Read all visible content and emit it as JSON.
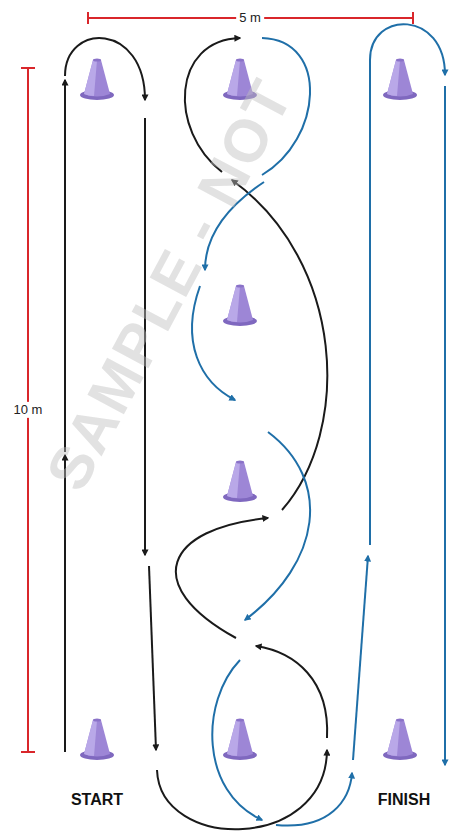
{
  "diagram": {
    "labels": [
      "5 m",
      "10 m",
      "START",
      "FINISH",
      "SAMPLE - NOT"
    ]
  }
}
